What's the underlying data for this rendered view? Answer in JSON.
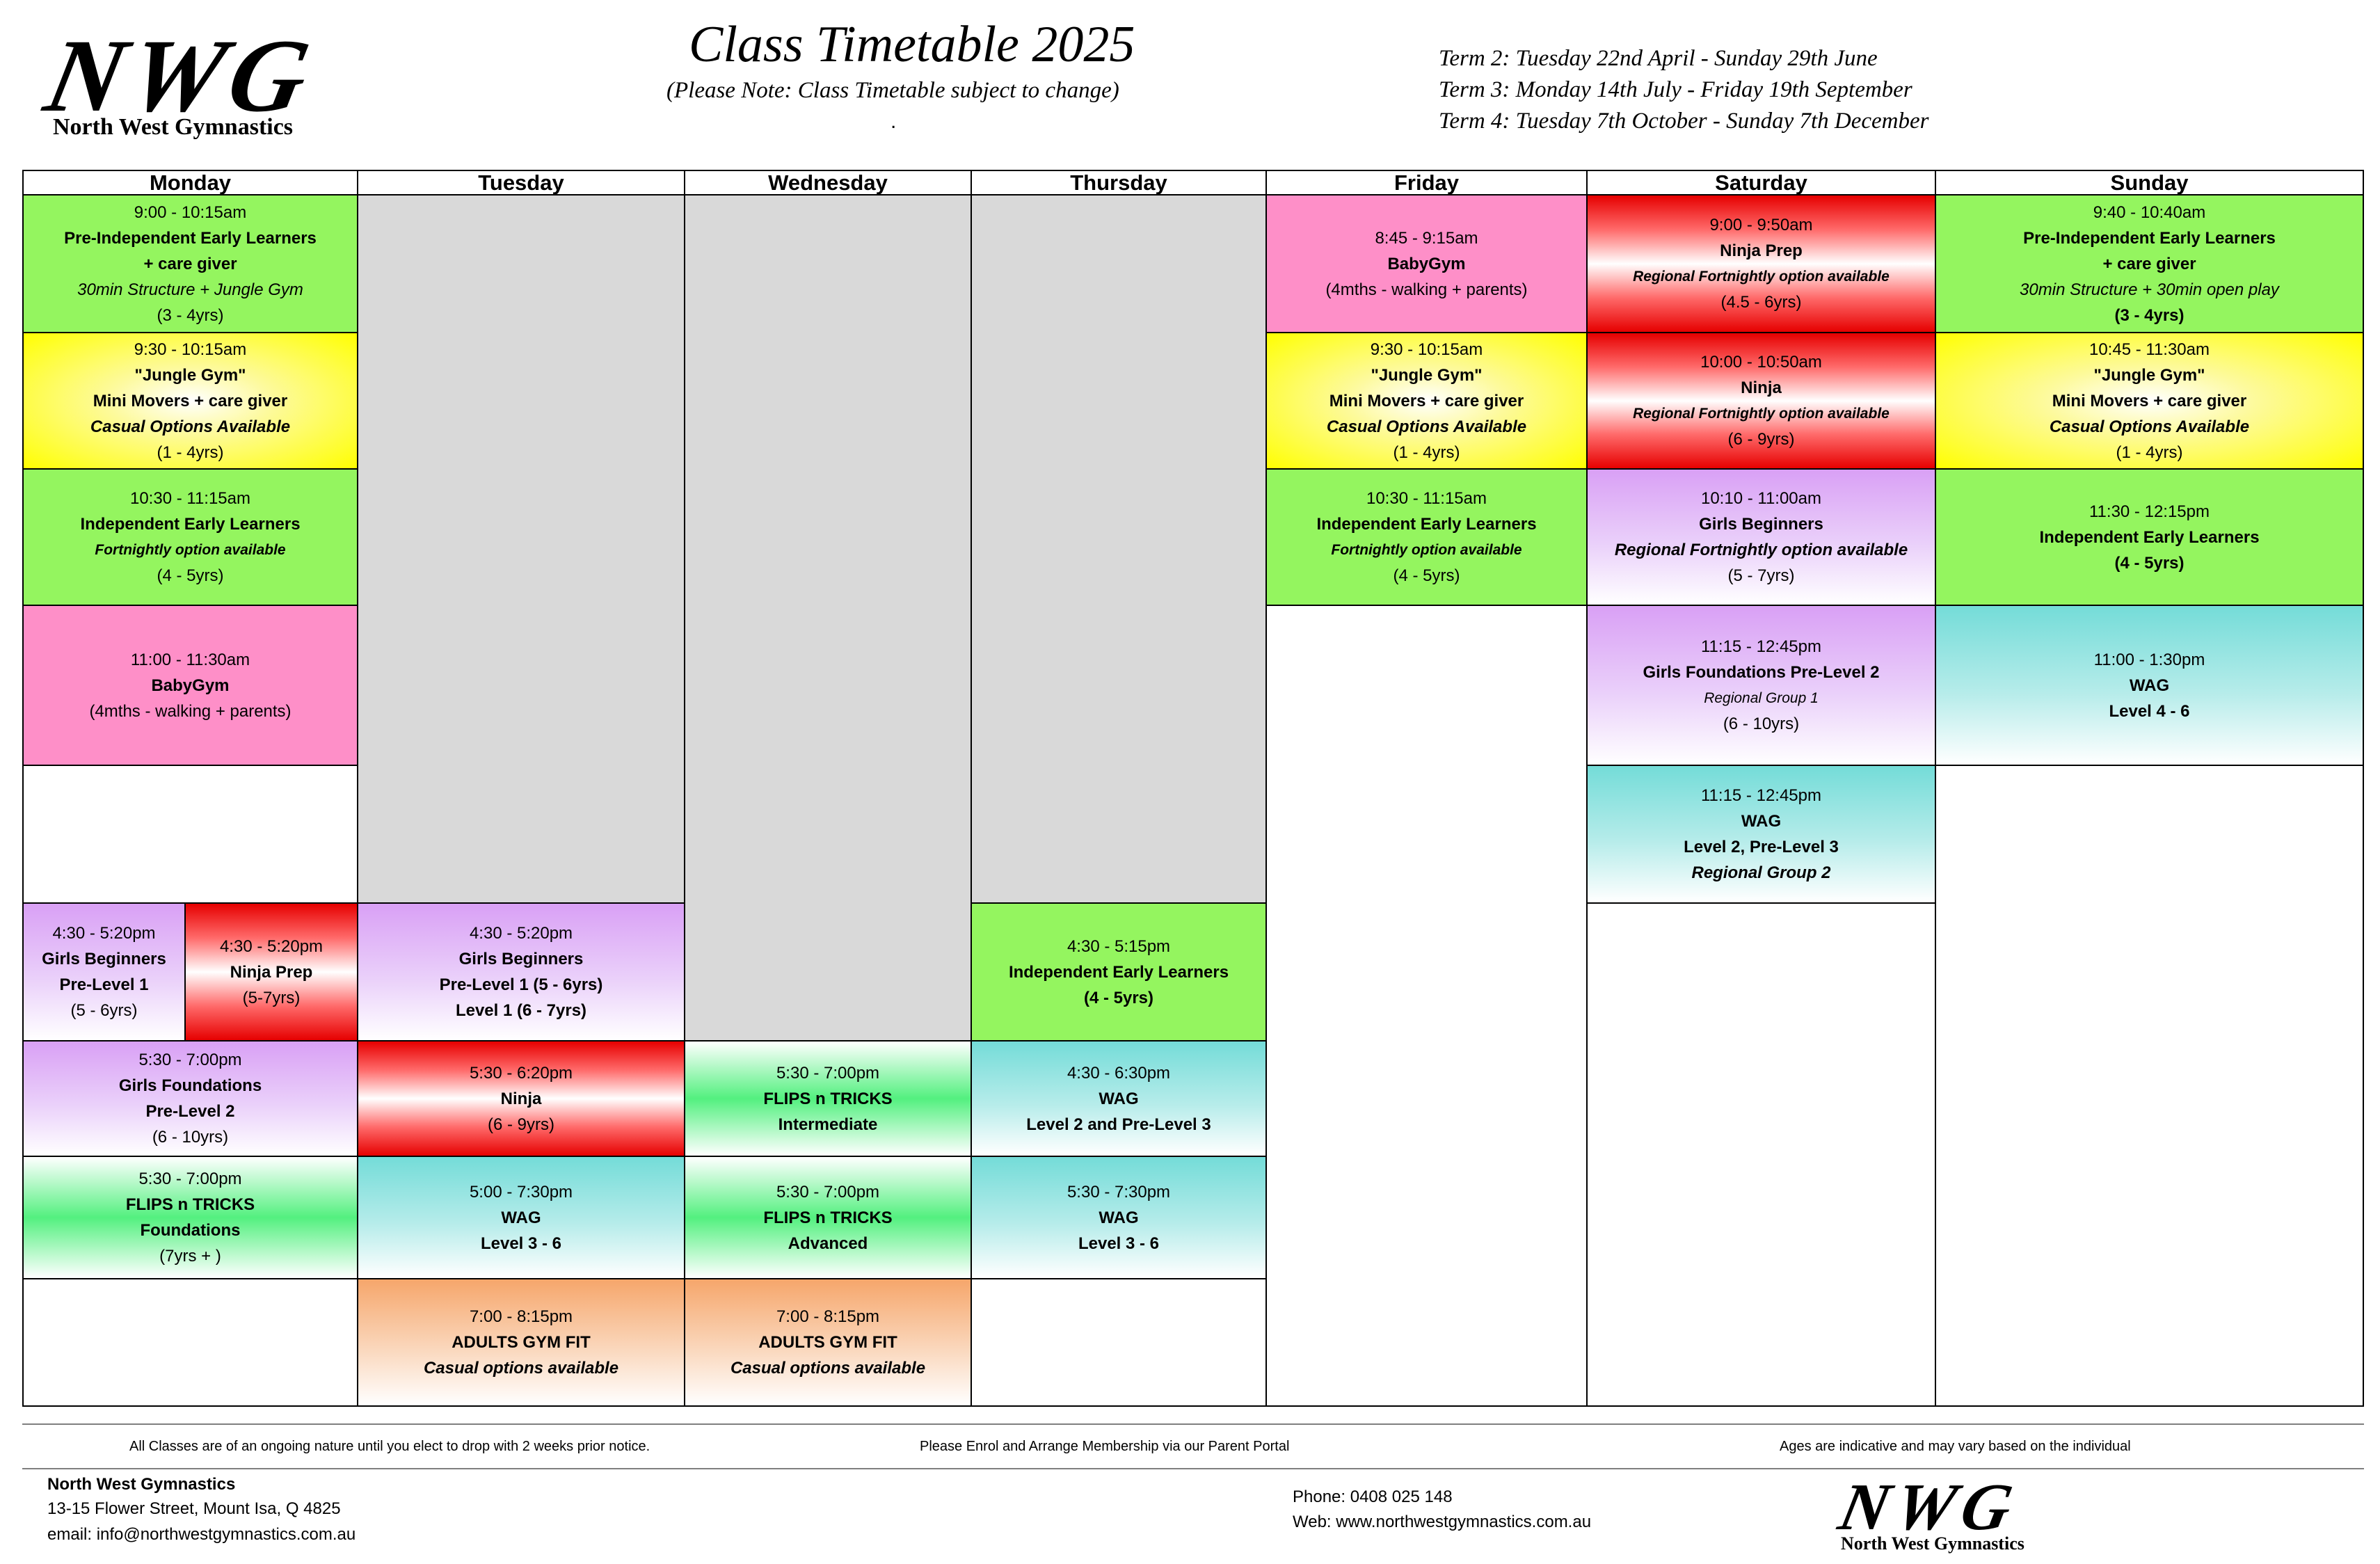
{
  "header": {
    "logo_mark": "NWG",
    "logo_name": "North West Gymnastics",
    "title": "Class Timetable 2025",
    "subtitle": "(Please Note: Class Timetable subject to change)",
    "dot": ".",
    "terms": [
      "Term 2: Tuesday 22nd April - Sunday 29th June",
      "Term 3: Monday 14th July - Friday 19th September",
      "Term 4: Tuesday 7th October - Sunday 7th December"
    ]
  },
  "days": [
    "Monday",
    "Tuesday",
    "Wednesday",
    "Thursday",
    "Friday",
    "Saturday",
    "Sunday"
  ],
  "classes": {
    "mon": [
      {
        "time": "9:00 - 10:15am",
        "name": "Pre-Independent Early Learners",
        "name2": "+ care giver",
        "note": "30min Structure + Jungle Gym",
        "age": "(3 - 4yrs)"
      },
      {
        "time": "9:30 - 10:15am",
        "name": "\"Jungle Gym\"",
        "name2": "Mini Movers  + care giver",
        "note": "Casual Options Available",
        "age": "(1 - 4yrs)"
      },
      {
        "time": "10:30 - 11:15am",
        "name": "Independent Early Learners",
        "note": "Fortnightly option available",
        "age": "(4 - 5yrs)"
      },
      {
        "time": "11:00 - 11:30am",
        "name": "BabyGym",
        "age": "(4mths - walking + parents)"
      },
      {
        "time": "4:30 - 5:20pm",
        "name": "Girls Beginners",
        "name2": "Pre-Level 1",
        "age": "(5 - 6yrs)"
      },
      {
        "time": "4:30 - 5:20pm",
        "name": "Ninja Prep",
        "age": "(5-7yrs)"
      },
      {
        "time": "5:30 - 7:00pm",
        "name": "Girls Foundations",
        "name2": "Pre-Level 2",
        "age": "(6 - 10yrs)"
      },
      {
        "time": "5:30 - 7:00pm",
        "name": "FLIPS n TRICKS",
        "name2": "Foundations",
        "age": "(7yrs + )"
      }
    ],
    "tue": [
      {
        "time": "4:30 - 5:20pm",
        "name": "Girls Beginners",
        "name2": "Pre-Level 1 (5 - 6yrs)",
        "name3": "Level 1 (6 - 7yrs)"
      },
      {
        "time": "5:30 - 6:20pm",
        "name": "Ninja",
        "age": "(6 - 9yrs)"
      },
      {
        "time": "5:00 - 7:30pm",
        "name": "WAG",
        "name2": "Level 3 - 6"
      },
      {
        "time": "7:00 - 8:15pm",
        "name": "ADULTS GYM FIT",
        "note": "Casual options available"
      }
    ],
    "wed": [
      {
        "time": "5:30 - 7:00pm",
        "name": "FLIPS n TRICKS",
        "name2": "Intermediate"
      },
      {
        "time": "5:30 - 7:00pm",
        "name": "FLIPS n TRICKS",
        "name2": "Advanced"
      },
      {
        "time": "7:00 - 8:15pm",
        "name": "ADULTS GYM FIT",
        "note": "Casual options available"
      }
    ],
    "thu": [
      {
        "time": "4:30 - 5:15pm",
        "name": "Independent Early Learners",
        "name2": "(4 - 5yrs)"
      },
      {
        "time": "4:30 - 6:30pm",
        "name": "WAG",
        "name2": "Level 2 and Pre-Level 3"
      },
      {
        "time": "5:30 - 7:30pm",
        "name": "WAG",
        "name2": "Level 3 - 6"
      }
    ],
    "fri": [
      {
        "time": "8:45 - 9:15am",
        "name": "BabyGym",
        "age": "(4mths - walking + parents)"
      },
      {
        "time": "9:30 - 10:15am",
        "name": "\"Jungle Gym\"",
        "name2": "Mini Movers  + care giver",
        "note": "Casual Options Available",
        "age": "(1 - 4yrs)"
      },
      {
        "time": "10:30 - 11:15am",
        "name": "Independent Early Learners",
        "note": "Fortnightly option available",
        "age": "(4 - 5yrs)"
      }
    ],
    "sat": [
      {
        "time": "9:00 - 9:50am",
        "name": "Ninja Prep",
        "note": "Regional Fortnightly option available",
        "age": "(4.5 - 6yrs)"
      },
      {
        "time": "10:00 - 10:50am",
        "name": "Ninja",
        "note": "Regional Fortnightly option available",
        "age": "(6 - 9yrs)"
      },
      {
        "time": "10:10 - 11:00am",
        "name": "Girls Beginners",
        "note": "Regional Fortnightly option available",
        "age": "(5 - 7yrs)"
      },
      {
        "time": "11:15 - 12:45pm",
        "name": "Girls Foundations Pre-Level 2",
        "note": "Regional Group 1",
        "age": "(6 - 10yrs)"
      },
      {
        "time": "11:15 - 12:45pm",
        "name": "WAG",
        "name2": "Level 2, Pre-Level 3",
        "note": "Regional Group 2"
      }
    ],
    "sun": [
      {
        "time": "9:40 - 10:40am",
        "name": "Pre-Independent Early Learners",
        "name2": "+ care giver",
        "note": "30min Structure + 30min open play",
        "age": "(3 - 4yrs)"
      },
      {
        "time": "10:45 - 11:30am",
        "name": "\"Jungle Gym\"",
        "name2": "Mini Movers  + care giver",
        "note": "Casual Options Available",
        "age": "(1 - 4yrs)"
      },
      {
        "time": "11:30 - 12:15pm",
        "name": "Independent Early Learners",
        "age": "(4 - 5yrs)"
      },
      {
        "time": "11:00 - 1:30pm",
        "name": "WAG",
        "name2": "Level 4 - 6"
      }
    ]
  },
  "footnotes": {
    "left": "All Classes are of an ongoing nature until you elect to drop with 2 weeks prior notice.",
    "center": "Please Enrol and Arrange Membership via our Parent Portal",
    "right": "Ages are indicative and may vary based on the individual"
  },
  "footer": {
    "org": "North West Gymnastics",
    "address": "13-15 Flower Street, Mount Isa, Q 4825",
    "email": "email: info@northwestgymnastics.com.au",
    "phone": "Phone: 0408 025 148",
    "web": "Web: www.northwestgymnastics.com.au",
    "logo_mark": "NWG",
    "logo_name": "North West Gymnastics"
  }
}
